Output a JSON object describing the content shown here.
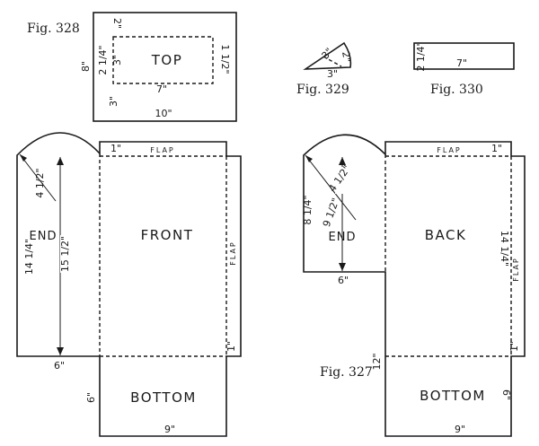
{
  "captions": {
    "fig328": "Fig. 328",
    "fig329": "Fig. 329",
    "fig330": "Fig. 330",
    "fig327": "Fig. 327"
  },
  "fig328": {
    "label": "TOP",
    "dims": {
      "height_outer": "8\"",
      "height_inner_left": "2 1/4\"",
      "margin_left_inner": "3\"",
      "margin_top": "2\"",
      "height_inner_right": "1 1/2\"",
      "inner_width": "7\"",
      "margin_bottom": "3\"",
      "outer_width": "10\""
    }
  },
  "fig329": {
    "dims": {
      "inner": "3\"",
      "side": "2\"",
      "base": "3\""
    }
  },
  "fig330": {
    "dims": {
      "height": "2 1/4\"",
      "width": "7\""
    }
  },
  "left_pattern": {
    "end_label": "END",
    "front_label": "FRONT",
    "bottom_label": "BOTTOM",
    "flap_top": "FLAP",
    "flap_side": "FLAP",
    "dims": {
      "radius": "4 1/2\"",
      "end_height": "14 1/4\"",
      "height": "15 1/2\"",
      "flap_top_width": "1\"",
      "flap_side_width": "1\"",
      "end_width": "6\"",
      "bottom_height": "6\"",
      "bottom_width": "9\""
    }
  },
  "right_pattern": {
    "end_label": "END",
    "back_label": "BACK",
    "bottom_label": "BOTTOM",
    "flap_top": "FLAP",
    "flap_side": "FLAP",
    "dims": {
      "end_height": "8 1/4\"",
      "radius": "4 1/2\"",
      "radius_b": "9 1/2\"",
      "end_width": "6\"",
      "back_height": "14 1/4\"",
      "flap_top_width": "1\"",
      "flap_side_width": "1\"",
      "total_height": "12\"",
      "bottom_height": "6\"",
      "bottom_width": "9\""
    }
  }
}
